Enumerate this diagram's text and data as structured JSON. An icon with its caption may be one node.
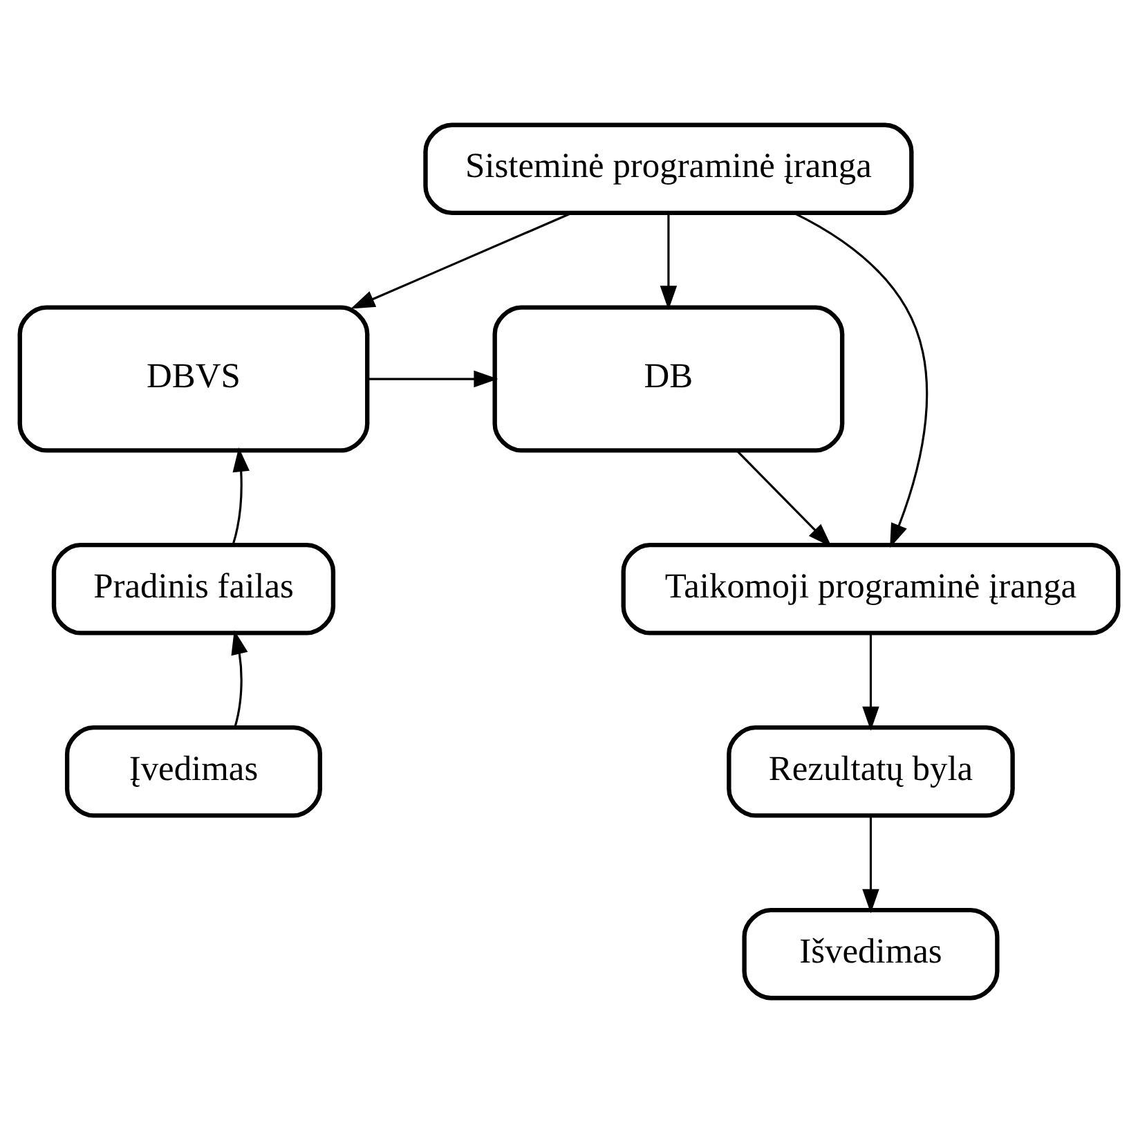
{
  "diagram": {
    "nodes": [
      {
        "text": [
          "Sisteminė programinė įranga"
        ]
      },
      {
        "text": [
          "DBVS"
        ]
      },
      {
        "text": [
          "DB"
        ]
      },
      {
        "text": [
          "Taikomoji programinė įranga"
        ]
      },
      {
        "text": [
          "Rezultatų byla"
        ]
      },
      {
        "text": [
          "Išvedimas"
        ]
      },
      {
        "text": [
          "Pradinis failas"
        ]
      },
      {
        "text": [
          "Įvedimas"
        ]
      }
    ],
    "edges": [
      {
        "from": 0,
        "to": 1,
        "arrow": "to"
      },
      {
        "from": 0,
        "to": 2,
        "arrow": "to"
      },
      {
        "from": 1,
        "to": 2,
        "arrow": "to"
      },
      {
        "from": 0,
        "to": 3,
        "arrow": "to"
      },
      {
        "from": 2,
        "to": 3,
        "arrow": "to"
      },
      {
        "from": 3,
        "to": 4,
        "arrow": "to"
      },
      {
        "from": 4,
        "to": 5,
        "arrow": "to"
      },
      {
        "from": 6,
        "to": 1,
        "arrow": "to"
      },
      {
        "from": 7,
        "to": 6,
        "arrow": "to"
      }
    ]
  }
}
